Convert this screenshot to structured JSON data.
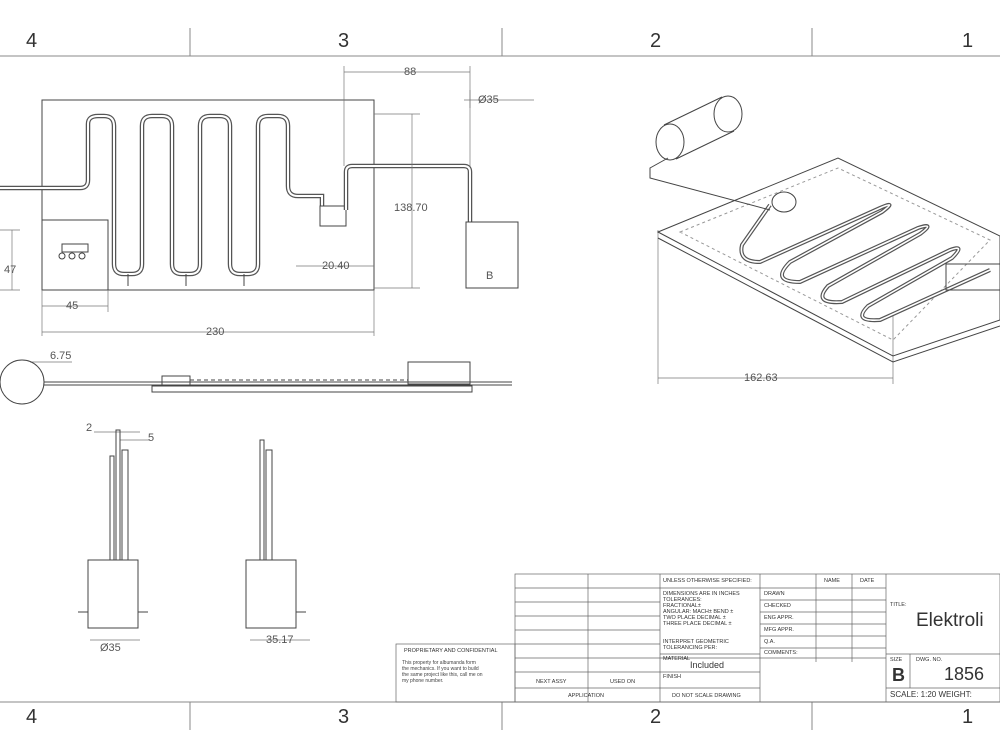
{
  "border": {
    "zones_top": [
      "4",
      "3",
      "2",
      "1"
    ],
    "zones_bottom": [
      "4",
      "3",
      "2",
      "1"
    ]
  },
  "dimensions": {
    "d88": "88",
    "d35_dia": "Ø35",
    "d138": "138.70",
    "d20": "20.40",
    "d47": "47",
    "d45": "45",
    "d230": "230",
    "d675": "6.75",
    "d2": "2",
    "d5": "5",
    "d35_bottom": "Ø35",
    "d3517": "35.17",
    "d16263": "162.63",
    "label_b": "B"
  },
  "title_block": {
    "unless": "UNLESS OTHERWISE SPECIFIED:",
    "tolerances": [
      "DIMENSIONS ARE IN INCHES",
      "TOLERANCES:",
      "FRACTIONAL±",
      "ANGULAR: MACH±   BEND ±",
      "TWO PLACE DECIMAL   ±",
      "THREE PLACE DECIMAL  ±"
    ],
    "interpret": [
      "INTERPRET GEOMETRIC",
      "TOLERANCING PER:"
    ],
    "material_label": "MATERIAL",
    "material_value": "Included",
    "finish_label": "FINISH",
    "next_assy": "NEXT ASSY",
    "used_on": "USED ON",
    "application": "APPLICATION",
    "do_not_scale": "DO NOT SCALE DRAWING",
    "name_col": "NAME",
    "date_col": "DATE",
    "rows": [
      "DRAWN",
      "CHECKED",
      "ENG APPR.",
      "MFG APPR.",
      "Q.A.",
      "COMMENTS:"
    ],
    "proprietary_title": "PROPRIETARY AND CONFIDENTIAL",
    "proprietary_text": [
      "This property for albumanda form",
      "the mechanics. If you want to build",
      "the same project like this, call me on",
      "my phone number."
    ],
    "title_label": "TITLE:",
    "title_value": "Elektroli",
    "size_label": "SIZE",
    "size_value": "B",
    "dwg_label": "DWG.  NO.",
    "dwg_value": "1856",
    "scale_text": "SCALE: 1:20 WEIGHT:"
  }
}
